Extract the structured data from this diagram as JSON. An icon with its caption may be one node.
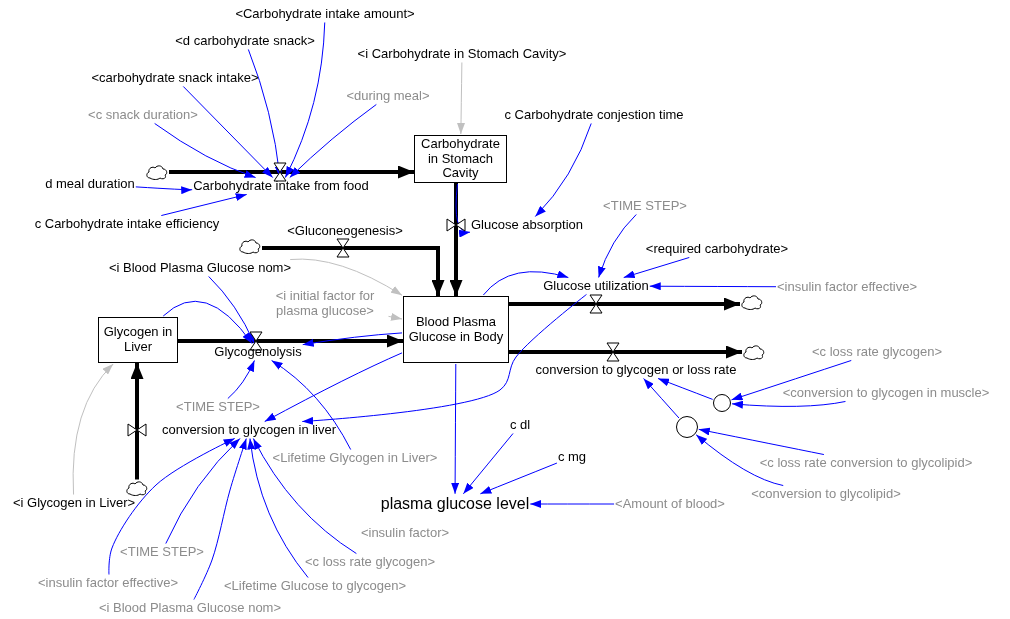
{
  "diagram": {
    "nodes": [
      {
        "text": [
          "<Carbohydrate intake amount>"
        ]
      },
      {
        "text": [
          "<d carbohydrate snack>"
        ]
      },
      {
        "text": [
          "<i Carbohydrate in Stomach Cavity>"
        ]
      },
      {
        "text": [
          "<carbohydrate snack intake>"
        ]
      },
      {
        "text": [
          "<during meal>"
        ]
      },
      {
        "text": [
          "<c snack duration>"
        ]
      },
      {
        "text": [
          "c Carbohydrate conjestion time"
        ]
      },
      {
        "text": [
          "Carbohydrate in Stomach Cavity"
        ]
      },
      {
        "text": [],
        "shape": "cloud"
      },
      {
        "text": [
          "Carbohydrate intake from food"
        ]
      },
      {
        "text": [
          "d meal duration"
        ]
      },
      {
        "text": [
          "c Carbohydrate intake efficiency"
        ]
      },
      {
        "text": [
          "<TIME STEP>"
        ]
      },
      {
        "text": [
          "Glucose absorption"
        ]
      },
      {
        "text": [
          "<Gluconeogenesis>"
        ]
      },
      {
        "text": [],
        "shape": "cloud"
      },
      {
        "text": [
          "<required carbohydrate>"
        ]
      },
      {
        "text": [
          "<i Blood Plasma Glucose nom>"
        ]
      },
      {
        "text": [
          "Glucose utilization"
        ]
      },
      {
        "text": [
          "<insulin factor effective>"
        ]
      },
      {
        "text": [
          "<i initial factor for plasma glucose>"
        ]
      },
      {
        "text": [],
        "shape": "cloud"
      },
      {
        "text": [
          "Glycogen in Liver"
        ]
      },
      {
        "text": [
          "Blood Plasma Glucose in Body"
        ]
      },
      {
        "text": [
          "Glycogenolysis"
        ]
      },
      {
        "text": [],
        "shape": "cloud"
      },
      {
        "text": [
          "conversion to glycogen or loss rate"
        ]
      },
      {
        "text": [
          "<c loss rate glycogen>"
        ]
      },
      {
        "text": [
          "<conversion to glycogen in muscle>"
        ]
      },
      {
        "text": [],
        "shape": "circle"
      },
      {
        "text": [
          "<TIME STEP>"
        ]
      },
      {
        "text": [],
        "shape": "circle"
      },
      {
        "text": [
          "conversion to glycogen in liver"
        ]
      },
      {
        "text": [
          "c dl"
        ]
      },
      {
        "text": [
          "<Lifetime Glycogen in Liver>"
        ]
      },
      {
        "text": [
          "c mg"
        ]
      },
      {
        "text": [
          "<c loss rate conversion to glycolipid>"
        ]
      },
      {
        "text": [],
        "shape": "cloud"
      },
      {
        "text": [
          "<i Glycogen in Liver>"
        ]
      },
      {
        "text": [
          "plasma glucose level"
        ]
      },
      {
        "text": [
          "<Amount of blood>"
        ]
      },
      {
        "text": [
          "<conversion to glycolipid>"
        ]
      },
      {
        "text": [
          "<TIME STEP>"
        ]
      },
      {
        "text": [
          "<c loss rate glycogen>"
        ]
      },
      {
        "text": [
          "<insulin factor effective>"
        ]
      },
      {
        "text": [
          "<Lifetime Glucose to glycogen>"
        ]
      },
      {
        "text": [
          "<i Blood Plasma Glucose nom>"
        ]
      }
    ],
    "edges": [
      {
        "from": 8,
        "to": 7,
        "arrow": "to",
        "style": "thick",
        "color": "#000000"
      },
      {
        "from": 7,
        "to": 23,
        "arrow": "to",
        "style": "thick",
        "color": "#000000"
      },
      {
        "from": 15,
        "to": 23,
        "arrow": "to",
        "style": "thick",
        "color": "#000000"
      },
      {
        "from": 22,
        "to": 23,
        "arrow": "to",
        "style": "thick",
        "color": "#000000"
      },
      {
        "from": 23,
        "to": 21,
        "arrow": "to",
        "style": "thick",
        "color": "#000000"
      },
      {
        "from": 23,
        "to": 25,
        "arrow": "to",
        "style": "thick",
        "color": "#000000"
      },
      {
        "from": 37,
        "to": 22,
        "arrow": "to",
        "style": "thick",
        "color": "#000000"
      },
      {
        "from": 0,
        "to": 9,
        "arrow": "to"
      },
      {
        "from": 1,
        "to": 9,
        "arrow": "to"
      },
      {
        "from": 3,
        "to": 9,
        "arrow": "to"
      },
      {
        "from": 4,
        "to": 9,
        "arrow": "to"
      },
      {
        "from": 5,
        "to": 9,
        "arrow": "to"
      },
      {
        "from": 10,
        "to": 9,
        "arrow": "to"
      },
      {
        "from": 11,
        "to": 9,
        "arrow": "to"
      },
      {
        "from": 2,
        "to": 7,
        "arrow": "to",
        "color": "#c0c0c0"
      },
      {
        "from": 7,
        "to": 13,
        "arrow": "to"
      },
      {
        "from": 6,
        "to": 13,
        "arrow": "to"
      },
      {
        "from": 12,
        "to": 18,
        "arrow": "to"
      },
      {
        "from": 16,
        "to": 18,
        "arrow": "to"
      },
      {
        "from": 19,
        "to": 18,
        "arrow": "to"
      },
      {
        "from": 23,
        "to": 18,
        "arrow": "to"
      },
      {
        "from": 17,
        "to": 23,
        "arrow": "to",
        "color": "#c0c0c0"
      },
      {
        "from": 17,
        "to": 24,
        "arrow": "to"
      },
      {
        "from": 20,
        "to": 23,
        "arrow": "to",
        "color": "#c0c0c0"
      },
      {
        "from": 22,
        "to": 24,
        "arrow": "to"
      },
      {
        "from": 23,
        "to": 24,
        "arrow": "to"
      },
      {
        "from": 30,
        "to": 24,
        "arrow": "to"
      },
      {
        "from": 34,
        "to": 24,
        "arrow": "to"
      },
      {
        "from": 23,
        "to": 32,
        "arrow": "to"
      },
      {
        "from": 18,
        "to": 32,
        "arrow": "to"
      },
      {
        "from": 42,
        "to": 32,
        "arrow": "to"
      },
      {
        "from": 43,
        "to": 32,
        "arrow": "to"
      },
      {
        "from": 44,
        "to": 32,
        "arrow": "to"
      },
      {
        "from": 45,
        "to": 32,
        "arrow": "to"
      },
      {
        "from": 46,
        "to": 32,
        "arrow": "to"
      },
      {
        "from": 38,
        "to": 22,
        "arrow": "to",
        "color": "#c0c0c0"
      },
      {
        "from": 23,
        "to": 39,
        "arrow": "to"
      },
      {
        "from": 33,
        "to": 39,
        "arrow": "to"
      },
      {
        "from": 35,
        "to": 39,
        "arrow": "to"
      },
      {
        "from": 40,
        "to": 39,
        "arrow": "to"
      },
      {
        "from": 29,
        "to": 26,
        "arrow": "to"
      },
      {
        "from": 31,
        "to": 26,
        "arrow": "to"
      },
      {
        "from": 27,
        "to": 29,
        "arrow": "to"
      },
      {
        "from": 28,
        "to": 29,
        "arrow": "to"
      },
      {
        "from": 36,
        "to": 31,
        "arrow": "to"
      },
      {
        "from": 41,
        "to": 31,
        "arrow": "to"
      }
    ],
    "labels": [
      "<insulin factor>"
    ]
  }
}
